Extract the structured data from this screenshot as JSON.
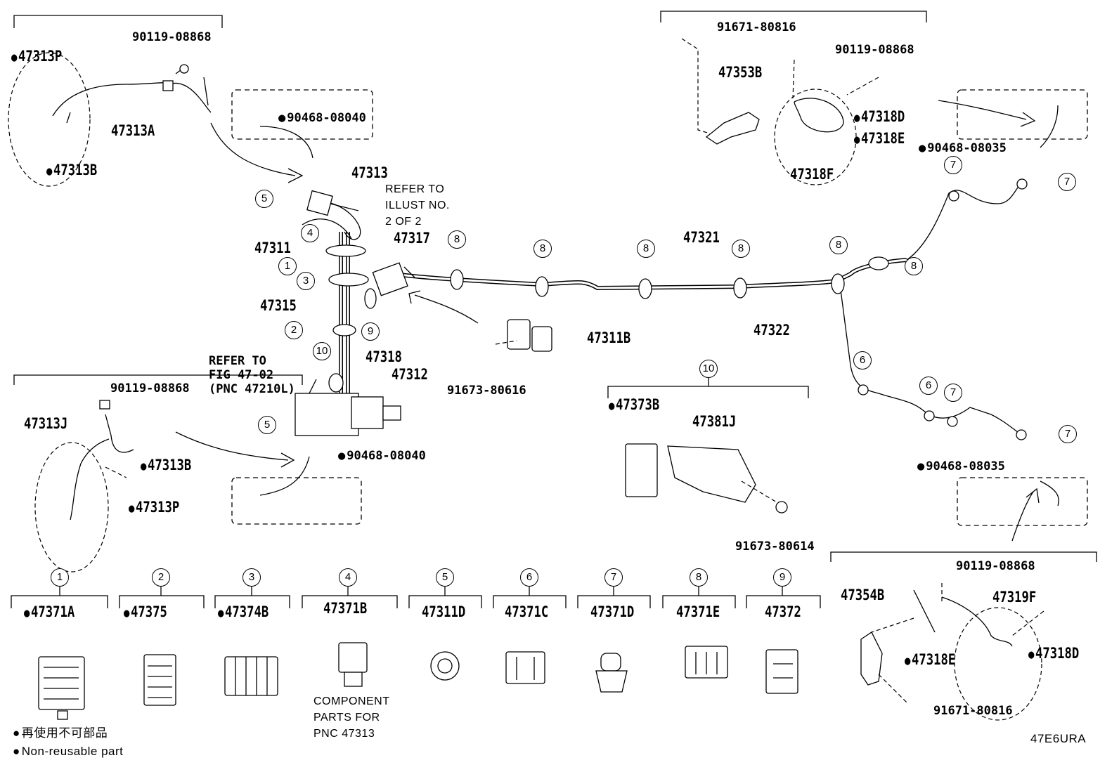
{
  "diagram_id": "47E6URA",
  "legend": {
    "jp": "再使用不可部品",
    "en": "Non-reusable part"
  },
  "notes": {
    "refer_illust": [
      "REFER TO",
      "ILLUST NO.",
      "2 OF 2"
    ],
    "refer_fig": [
      "REFER TO",
      "FIG 47-02",
      "(PNC 47210L)"
    ],
    "component": [
      "COMPONENT",
      "PARTS FOR",
      "PNC 47313"
    ]
  },
  "labels": {
    "p90119_tl": "90119-08868",
    "p47313P_tl": "47313P",
    "p47313A": "47313A",
    "p47313B_tl": "47313B",
    "p90468_top": "90468-08040",
    "p47313": "47313",
    "p47311": "47311",
    "p47317": "47317",
    "p47315": "47315",
    "p47318": "47318",
    "p47312": "47312",
    "p47311B": "47311B",
    "p91673_80616": "91673-80616",
    "p47321": "47321",
    "p47322": "47322",
    "p90119_ml": "90119-08868",
    "p47313J": "47313J",
    "p47313B_ml": "47313B",
    "p47313P_ml": "47313P",
    "p90468_mid": "90468-08040",
    "p91671_tr": "91671-80816",
    "p90119_tr": "90119-08868",
    "p47353B": "47353B",
    "p47318D_tr": "47318D",
    "p47318E_tr": "47318E",
    "p47318F": "47318F",
    "p90468_35_tr": "90468-08035",
    "p47373B": "47373B",
    "p47381J": "47381J",
    "p91673_80614": "91673-80614",
    "p90468_35_br": "90468-08035",
    "p90119_br": "90119-08868",
    "p47354B": "47354B",
    "p47319F": "47319F",
    "p47318E_br": "47318E",
    "p47318D_br": "47318D",
    "p91671_br": "91671-80816"
  },
  "callouts": {
    "c5a": "5",
    "c4": "4",
    "c1": "1",
    "c3": "3",
    "c2": "2",
    "c9": "9",
    "c10": "10",
    "c5b": "5",
    "c8a": "8",
    "c8b": "8",
    "c8c": "8",
    "c8d": "8",
    "c8e": "8",
    "c8f": "8",
    "c7a": "7",
    "c7b": "7",
    "c7c": "7",
    "c7d": "7",
    "c6a": "6",
    "c6b": "6",
    "c10b": "10"
  },
  "parts_table": [
    {
      "no": "1",
      "pn": "47371A",
      "nonreusable": true
    },
    {
      "no": "2",
      "pn": "47375",
      "nonreusable": true
    },
    {
      "no": "3",
      "pn": "47374B",
      "nonreusable": true
    },
    {
      "no": "4",
      "pn": "47371B",
      "nonreusable": false
    },
    {
      "no": "5",
      "pn": "47311D",
      "nonreusable": false
    },
    {
      "no": "6",
      "pn": "47371C",
      "nonreusable": false
    },
    {
      "no": "7",
      "pn": "47371D",
      "nonreusable": false
    },
    {
      "no": "8",
      "pn": "47371E",
      "nonreusable": false
    },
    {
      "no": "9",
      "pn": "47372",
      "nonreusable": false
    }
  ]
}
